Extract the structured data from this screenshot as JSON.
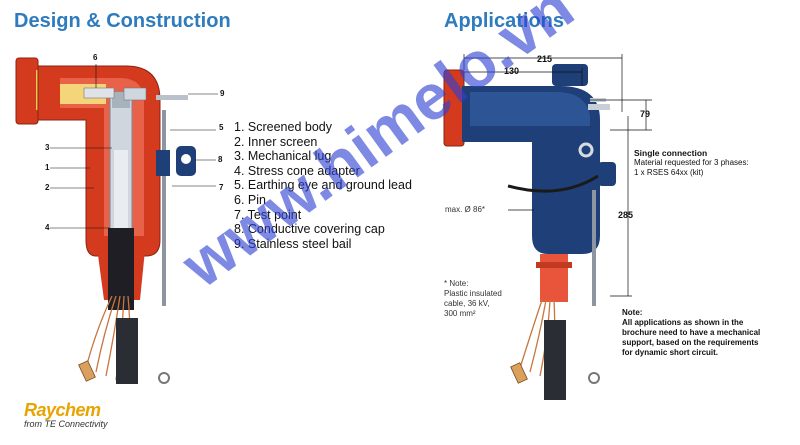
{
  "titles": {
    "left": "Design & Construction",
    "right": "Applications"
  },
  "callouts": [
    "6",
    "9",
    "5",
    "3",
    "8",
    "1",
    "7",
    "2",
    "4"
  ],
  "parts": [
    "1. Screened body",
    "2. Inner screen",
    "3. Mechanical lug",
    "4. Stress cone adapter",
    "5. Earthing eye and ground lead",
    "6. Pin",
    "7. Test point",
    "8. Conductive covering cap",
    "9. Stainless steel bail"
  ],
  "dimensions": {
    "d215": "215",
    "d130": "130",
    "d79": "79",
    "d285": "285",
    "dia": "max. Ø 86*"
  },
  "single_connection": {
    "title": "Single connection",
    "line1": "Material requested for 3 phases:",
    "line2": "1 x RSES 64xx (kit)"
  },
  "cable_note": {
    "l1": "* Note:",
    "l2": "Plastic insulated",
    "l3": "cable, 36 kV,",
    "l4": "300 mm²"
  },
  "note": {
    "title": "Note:",
    "l1": "All applications as shown in the",
    "l2": "brochure need to have a mechanical",
    "l3": "support, based on the requirements",
    "l4": "for dynamic short circuit."
  },
  "logo": {
    "name": "Raychem",
    "sub": "from TE Connectivity"
  },
  "watermark": "www.himelo.vn",
  "colors": {
    "heading": "#2e7bbd",
    "body_red": "#d33a1e",
    "navy": "#1f3f78",
    "copper": "#c8763e",
    "logo": "#e8a400"
  }
}
